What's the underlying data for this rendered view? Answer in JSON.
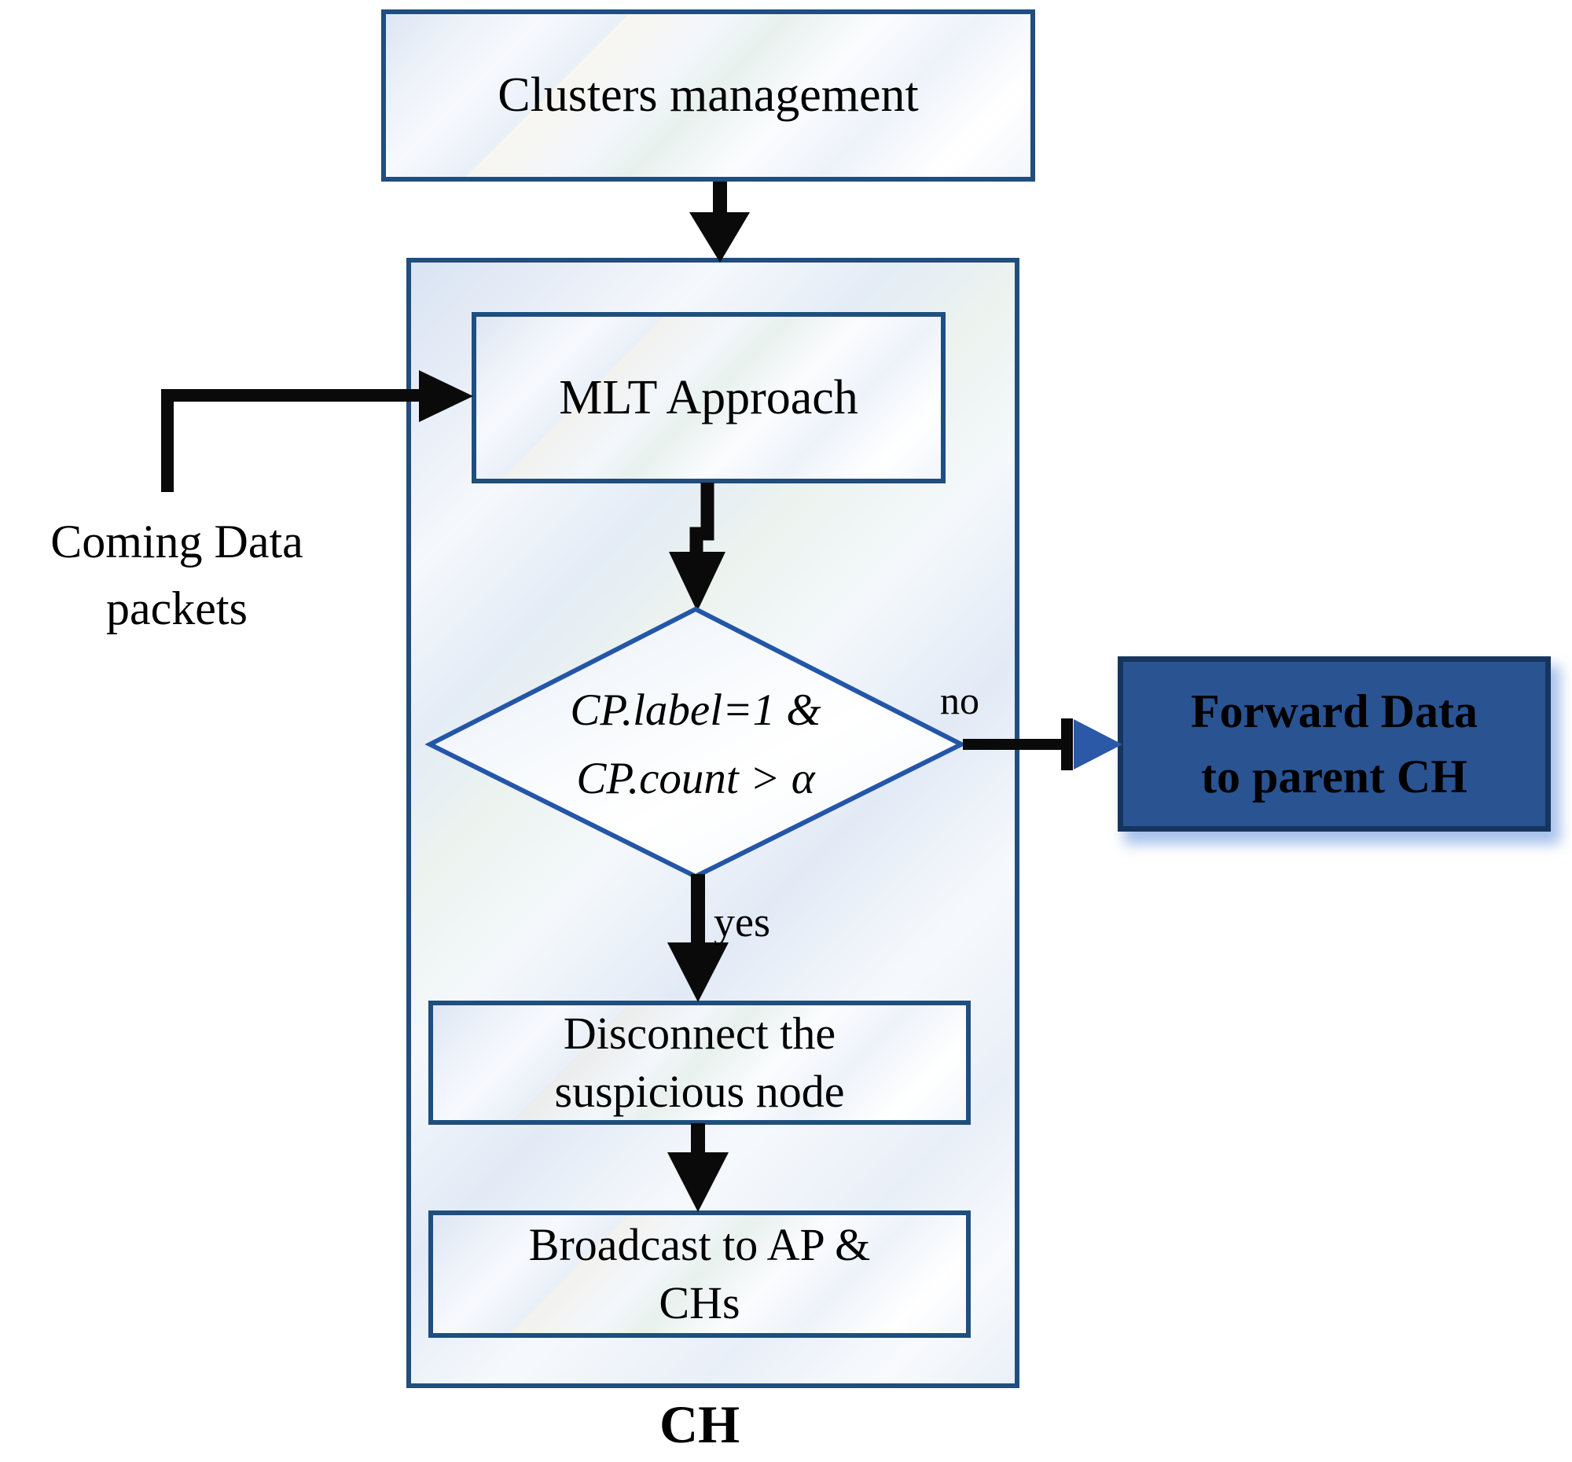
{
  "clusters_box": {
    "label": "Clusters management"
  },
  "mlt_box": {
    "label": "MLT Approach"
  },
  "coming_data_label": "Coming Data\npackets",
  "decision": {
    "text": "CP.label=1 &\nCP.count > α",
    "no_label": "no",
    "yes_label": "yes"
  },
  "forward_box": {
    "label": "Forward Data\nto parent CH"
  },
  "disconnect_box": {
    "label": "Disconnect the\nsuspicious node"
  },
  "broadcast_box": {
    "label": "Broadcast to AP &\nCHs"
  },
  "container_caption": "CH",
  "colors": {
    "box_border_navy": "#1f4e7f",
    "diamond_border_blue": "#2456a8",
    "forward_box_fill": "#2a5392",
    "forward_box_border": "#16355e",
    "arrow_black": "#0a0a0a",
    "arrowhead_blue": "#2b59a8",
    "pale_fill_blue": "#e7edf7"
  }
}
